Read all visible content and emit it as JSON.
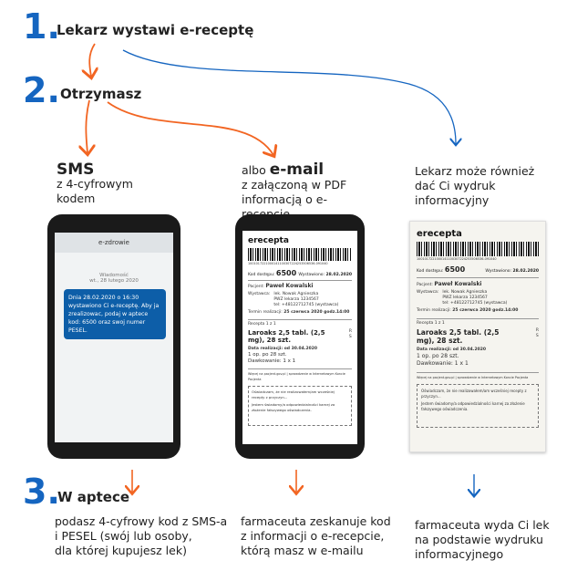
{
  "steps": [
    {
      "num": "1.",
      "label": "Lekarz wystawi e-receptę"
    },
    {
      "num": "2.",
      "label": "Otrzymasz"
    },
    {
      "num": "3.",
      "label": "W aptece"
    }
  ],
  "columns": {
    "sms": {
      "title_bold": "SMS",
      "title_rest": "z 4-cyfrowym kodem"
    },
    "email": {
      "prefix": "albo ",
      "title_bold": "e-mail",
      "title_rest": "z załączoną w PDF informacją o e-recepcie"
    },
    "print": {
      "title": "Lekarz może również dać Ci wydruk informacyjny"
    }
  },
  "sms_screen": {
    "header": "e-zdrowie",
    "meta_label": "Wiadomość",
    "meta_date": "wt., 28 lutego 2020",
    "message": "Dnia 28.02.2020 o 16:30 wystawiono Ci e-receptę. Aby ja zrealizowac, podaj w aptece kod: 6500 oraz swoj numer PESEL."
  },
  "prescription": {
    "logo": "erecepta",
    "barcode_number": "1001017221000141100307224253506536-091040",
    "code_label": "Kod dostępu:",
    "code": "6500",
    "issued_label": "Wystawiono:",
    "issued_date": "28.02.2020",
    "patient_label": "Pacjent:",
    "patient_name": "Paweł Kowalski",
    "issuer_label": "Wystawca:",
    "issuer_lines": [
      "lek. Nowak Agnieszka",
      "PWZ lekarza 1234567",
      "tel: +48122712745 (wystawca)"
    ],
    "deadline_label": "Termin realizacji:",
    "deadline": "25 czerwca 2020 godz.14:00",
    "recipe_label": "Recepta 1 z 1",
    "drug": "Laroaks 2,5 tabl. (2,5 mg), 28 szt.",
    "flags": [
      "R",
      "S"
    ],
    "realization": "Data realizacji: od 30.04.2020",
    "pack": "1 op. po 28 szt.",
    "dosage": "Dawkowanie: 1 x 1",
    "footer_note": "Więcej na pacjent.gov.pl | sprawdzenie w Internetowym Koncie Pacjenta",
    "box_text": "Oświadczam, że nie realizowałem/am wcześniej recepty z przyczyn...",
    "box_text2": "Jestem świadomy/a odpowiedzialności karnej za złożenie fałszywego oświadczenia."
  },
  "bottom": {
    "sms": [
      "podasz 4-cyfrowy kod z SMS-a",
      "i PESEL (swój lub osoby,",
      "dla której kupujesz lek)"
    ],
    "email": [
      "farmaceuta zeskanuje kod",
      "z informacji o e-recepcie,",
      "którą masz w e-mailu"
    ],
    "print": [
      "farmaceuta wyda Ci lek",
      "na podstawie wydruku",
      "informacyjnego"
    ]
  },
  "colors": {
    "accent_blue": "#1565c0",
    "arrow_orange": "#f26522",
    "sms_bubble": "#0d5ea8"
  }
}
